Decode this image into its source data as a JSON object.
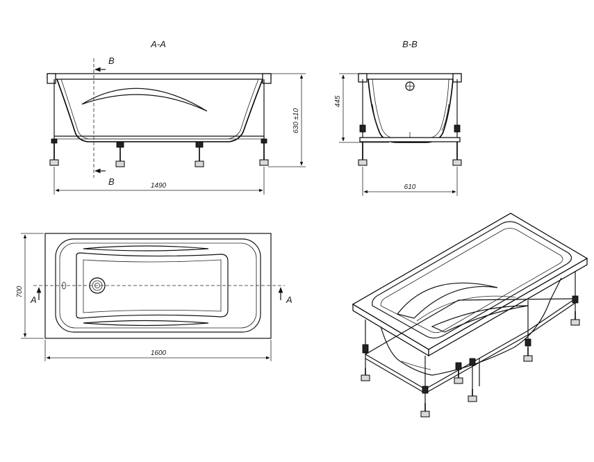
{
  "views": {
    "section_aa": {
      "title": "A-A",
      "width_dim": "1490",
      "height_dim": "630 ±10",
      "cut_marker": "B"
    },
    "section_bb": {
      "title": "B-B",
      "width_dim": "610",
      "depth_dim": "445"
    },
    "plan": {
      "length_dim": "1600",
      "width_dim": "700",
      "cut_marker": "A"
    }
  }
}
